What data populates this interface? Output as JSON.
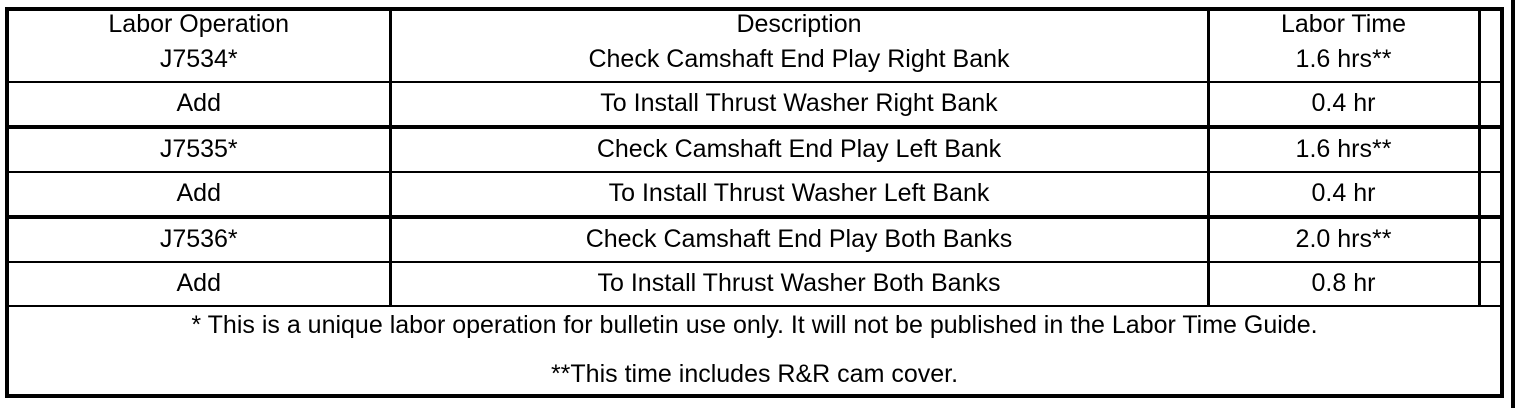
{
  "table": {
    "headers": {
      "labor_operation": "Labor Operation",
      "description": "Description",
      "labor_time": "Labor Time",
      "blank": ""
    },
    "rows": [
      {
        "labor_operation": "J7534*",
        "description": "Check Camshaft End Play Right Bank",
        "labor_time": "1.6 hrs**",
        "blank": ""
      },
      {
        "labor_operation": "Add",
        "description": "To Install Thrust Washer Right Bank",
        "labor_time": "0.4 hr",
        "blank": ""
      },
      {
        "labor_operation": "J7535*",
        "description": "Check Camshaft End Play Left Bank",
        "labor_time": "1.6 hrs**",
        "blank": ""
      },
      {
        "labor_operation": "Add",
        "description": "To Install Thrust Washer Left Bank",
        "labor_time": "0.4 hr",
        "blank": ""
      },
      {
        "labor_operation": "J7536*",
        "description": "Check Camshaft End Play Both Banks",
        "labor_time": "2.0 hrs**",
        "blank": ""
      },
      {
        "labor_operation": "Add",
        "description": "To Install Thrust Washer Both Banks",
        "labor_time": "0.8 hr",
        "blank": ""
      }
    ],
    "footnotes": [
      "* This is a unique labor operation for bulletin use only. It will not be published in the Labor Time Guide.",
      "**This time includes R&R cam cover."
    ]
  }
}
